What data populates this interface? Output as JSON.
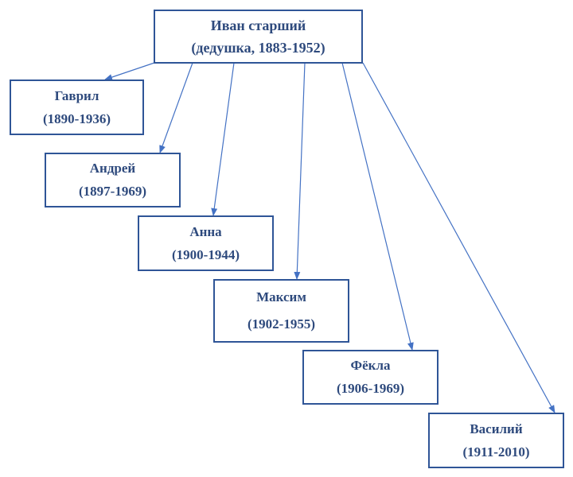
{
  "root": {
    "name": "Иван старший",
    "detail": "(дедушка, 1883-1952)"
  },
  "children": [
    {
      "name": "Гаврил",
      "years": "(1890-1936)"
    },
    {
      "name": "Андрей",
      "years": "(1897-1969)"
    },
    {
      "name": "Анна",
      "years": "(1900-1944)"
    },
    {
      "name": "Максим",
      "years": "(1902-1955)"
    },
    {
      "name": "Фёкла",
      "years": "(1906-1969)"
    },
    {
      "name": "Василий",
      "years": "(1911-2010)"
    }
  ],
  "colors": {
    "border": "#2f5597",
    "text": "#2e4a7d",
    "arrow": "#4472c4"
  }
}
